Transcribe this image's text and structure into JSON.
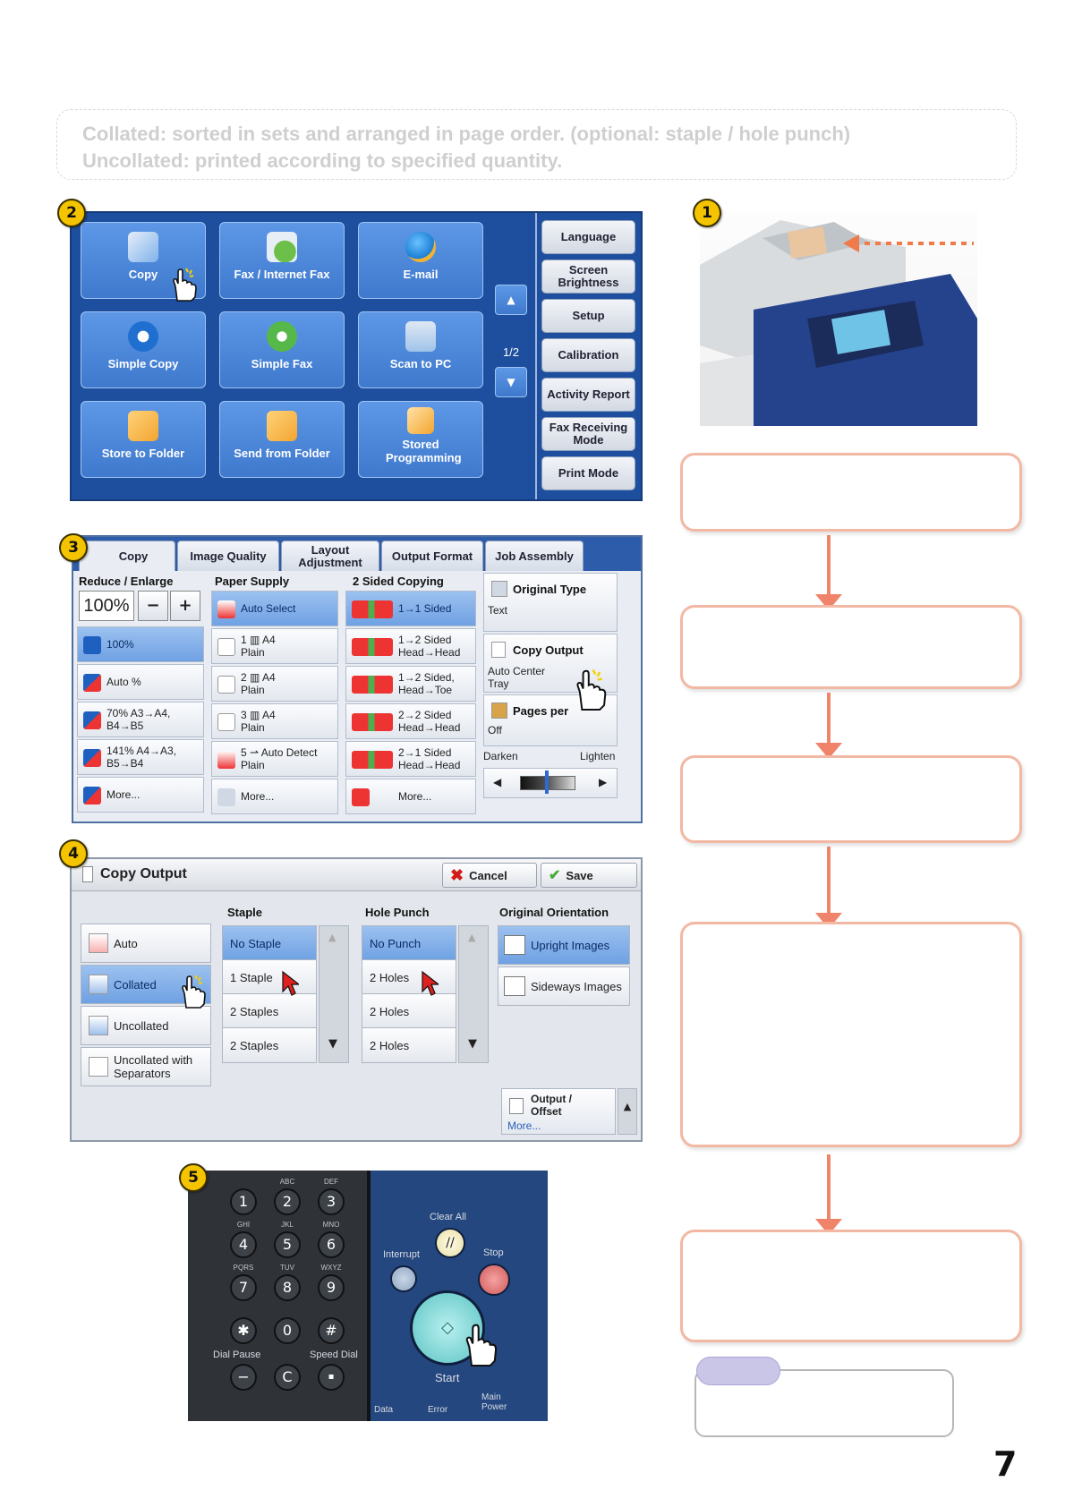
{
  "intro": {
    "line1": "Collated: sorted in sets and arranged in page order. (optional: staple / hole punch)",
    "line2": "Uncollated: printed according to specified quantity."
  },
  "steps": [
    "1",
    "2",
    "3",
    "4",
    "5"
  ],
  "home_menu": {
    "tiles": [
      {
        "label": "Copy",
        "icon": "copy-icon",
        "color": "#2a7dd8"
      },
      {
        "label": "Fax / Internet Fax",
        "icon": "fax-icon",
        "color": "#6cc04a"
      },
      {
        "label": "E-mail",
        "icon": "globe-icon",
        "color": "#f2b233"
      },
      {
        "label": "Simple Copy",
        "icon": "simple-copy-icon",
        "color": "#1e6fd0"
      },
      {
        "label": "Simple Fax",
        "icon": "phone-icon",
        "color": "#57b84a"
      },
      {
        "label": "Scan to PC",
        "icon": "computer-icon",
        "color": "#9fc3ea"
      },
      {
        "label": "Store to Folder",
        "icon": "folder-in-icon",
        "color": "#f3a530"
      },
      {
        "label": "Send from Folder",
        "icon": "folder-out-icon",
        "color": "#f3a530"
      },
      {
        "label": "Stored Programming",
        "icon": "programming-icon",
        "color": "#f3a530"
      }
    ],
    "page": "1/2",
    "side_buttons": [
      "Language",
      "Screen Brightness",
      "Setup",
      "Calibration",
      "Activity Report",
      "Fax Receiving Mode",
      "Print Mode"
    ]
  },
  "copy_screen": {
    "tabs": [
      "Copy",
      "Image Quality",
      "Layout Adjustment",
      "Output Format",
      "Job Assembly"
    ],
    "reduce_enlarge": {
      "title": "Reduce / Enlarge",
      "value": "100",
      "unit": "%",
      "minus": "−",
      "plus": "+",
      "options": [
        "100%",
        "Auto %",
        "70% A3→A4, B4→B5",
        "141% A4→A3, B5→B4",
        "More..."
      ]
    },
    "paper_supply": {
      "title": "Paper Supply",
      "options": [
        "Auto Select",
        "1 ▥ A4 Plain",
        "2 ▥ A4 Plain",
        "3 ▥ A4 Plain",
        "5 ⇀ Auto Detect Plain",
        "More..."
      ]
    },
    "two_sided": {
      "title": "2 Sided Copying",
      "options": [
        "1→1 Sided",
        "1→2 Sided Head→Head",
        "1→2 Sided, Head→Toe",
        "2→2 Sided Head→Head",
        "2→1 Sided Head→Head",
        "More..."
      ]
    },
    "original_type": {
      "title": "Original Type",
      "value": "Text"
    },
    "copy_output": {
      "title": "Copy Output",
      "value": "Auto Center Tray"
    },
    "pages_per": {
      "title": "Pages per",
      "value": "Off"
    },
    "darken": "Darken",
    "lighten": "Lighten",
    "left_arrow": "◀",
    "right_arrow": "▶"
  },
  "copy_output_screen": {
    "title": "Copy Output",
    "cancel": "Cancel",
    "save": "Save",
    "collation": [
      "Auto",
      "Collated",
      "Uncollated",
      "Uncollated with Separators"
    ],
    "staple": {
      "title": "Staple",
      "options": [
        "No Staple",
        "1 Staple",
        "2 Staples",
        "2 Staples"
      ]
    },
    "hole_punch": {
      "title": "Hole Punch",
      "options": [
        "No Punch",
        "2 Holes",
        "2 Holes",
        "2 Holes"
      ]
    },
    "orientation": {
      "title": "Original Orientation",
      "options": [
        "Upright Images",
        "Sideways Images"
      ]
    },
    "output_offset": "Output / Offset",
    "more": "More...",
    "up": "▲",
    "down": "▼"
  },
  "keypad": {
    "keys": [
      {
        "num": "1",
        "letters": ""
      },
      {
        "num": "2",
        "letters": "ABC"
      },
      {
        "num": "3",
        "letters": "DEF"
      },
      {
        "num": "4",
        "letters": "GHI"
      },
      {
        "num": "5",
        "letters": "JKL"
      },
      {
        "num": "6",
        "letters": "MNO"
      },
      {
        "num": "7",
        "letters": "PQRS"
      },
      {
        "num": "8",
        "letters": "TUV"
      },
      {
        "num": "9",
        "letters": "WXYZ"
      },
      {
        "num": "✱",
        "letters": ""
      },
      {
        "num": "0",
        "letters": ""
      },
      {
        "num": "#",
        "letters": ""
      }
    ],
    "dial_pause": "Dial Pause",
    "speed_dial": "Speed Dial",
    "dash": "−",
    "c": "C",
    "clear_all": "Clear All",
    "interrupt": "Interrupt",
    "stop": "Stop",
    "start": "Start",
    "data": "Data",
    "error": "Error",
    "main_power": "Main Power"
  },
  "page_number": "7"
}
